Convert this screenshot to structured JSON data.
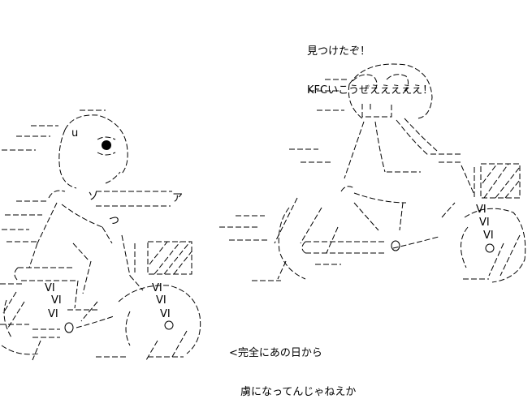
{
  "speech_top": {
    "line1": "見つけたぞ！",
    "line2": "KFCいこうぜえええええ！"
  },
  "speech_bottom": {
    "line1": "<完全にあの日から",
    "line2": "虜になってんじゃねえか"
  },
  "glyphs": {
    "left_vi": [
      "VI",
      "VI",
      "VI",
      "VI",
      "VI",
      "VI"
    ],
    "right_vi": [
      "VI",
      "VI",
      "VI"
    ],
    "face_left": "u",
    "arm_tip": "ア",
    "thumb": "つ",
    "collar": "ソ"
  },
  "colors": {
    "ink": "#000000",
    "background": "#ffffff"
  }
}
